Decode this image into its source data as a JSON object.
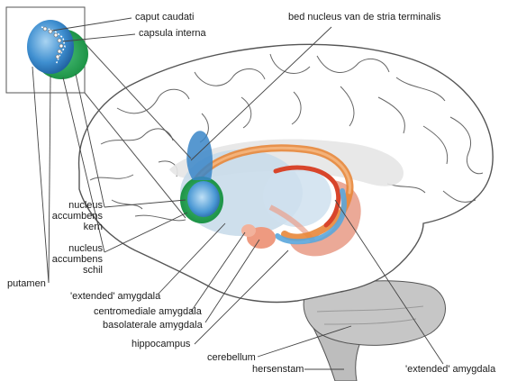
{
  "labels": {
    "caput_caudati": "caput caudati",
    "capsula_interna": "capsula interna",
    "bed_nucleus": "bed nucleus van de stria terminalis",
    "nucleus_accumbens_kern": [
      "nucleus",
      "accumbens",
      "kern"
    ],
    "nucleus_accumbens_schil": [
      "nucleus",
      "accumbens",
      "schil"
    ],
    "putamen": "putamen",
    "extended_amygdala_left": "'extended' amygdala",
    "centromediale_amygdala": "centromediale amygdala",
    "basolaterale_amygdala": "basolaterale amygdala",
    "hippocampus": "hippocampus",
    "cerebellum": "cerebellum",
    "hersenstam": "hersenstam",
    "extended_amygdala_right": "'extended' amygdala"
  },
  "colors": {
    "brain_outline": "#555555",
    "brain_fill": "#ffffff",
    "cerebellum_fill": "#c6c6c6",
    "brainstem_fill": "#bdbdbd",
    "thalamus_fill": "#c9dcea",
    "caudate_blue": "#3a86c8",
    "putamen_green": "#1f9a4a",
    "stria_orange": "#e8873a",
    "fornix_red": "#d8452b",
    "amygdala_salmon": "#ee9a80",
    "hippocampus_salmon": "#e9a08c",
    "leader_line": "#444444"
  }
}
